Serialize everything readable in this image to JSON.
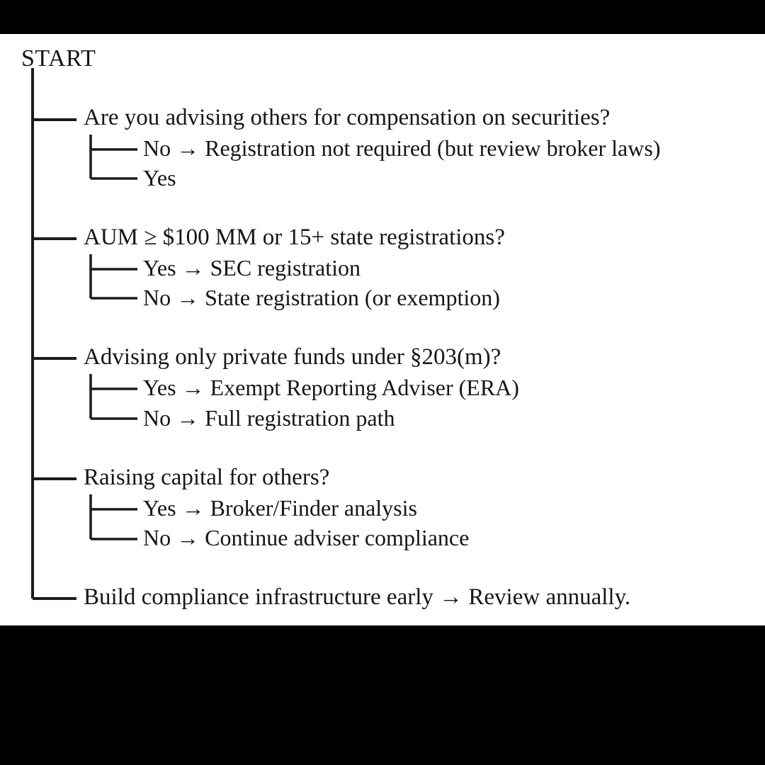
{
  "diagram": {
    "type": "decision-tree",
    "title": "START",
    "root_label": "START",
    "arrow_glyph": "→",
    "colors": {
      "background": "#ffffff",
      "letterbox": "#000000",
      "text": "#16161a",
      "line": "#1a1a1f"
    },
    "branches": [
      {
        "id": "branch-advising-others",
        "question": "Are you advising others for compensation on securities?",
        "children": [
          {
            "id": "child-advising-no",
            "answer": "No",
            "arrow": "→",
            "outcome": "Registration not required (but review broker laws)",
            "full": "No → Registration not required (but review broker laws)"
          },
          {
            "id": "child-advising-yes",
            "answer": "Yes",
            "arrow": "",
            "outcome": "",
            "full": "Yes"
          }
        ]
      },
      {
        "id": "branch-aum-threshold",
        "question": "AUM ≥ $100 MM or 15+ state registrations?",
        "children": [
          {
            "id": "child-aum-yes",
            "answer": "Yes",
            "arrow": "→",
            "outcome": "SEC registration",
            "full": "Yes → SEC registration"
          },
          {
            "id": "child-aum-no",
            "answer": "No",
            "arrow": "→",
            "outcome": "State registration (or exemption)",
            "full": "No → State registration (or exemption)"
          }
        ]
      },
      {
        "id": "branch-private-funds",
        "question": "Advising only private funds under §203(m)?",
        "children": [
          {
            "id": "child-private-yes",
            "answer": "Yes",
            "arrow": "→",
            "outcome": "Exempt Reporting Adviser (ERA)",
            "full": "Yes → Exempt Reporting Adviser (ERA)"
          },
          {
            "id": "child-private-no",
            "answer": "No",
            "arrow": "→",
            "outcome": "Full registration path",
            "full": "No → Full registration path"
          }
        ]
      },
      {
        "id": "branch-raising-capital",
        "question": "Raising capital for others?",
        "children": [
          {
            "id": "child-capital-yes",
            "answer": "Yes",
            "arrow": "→",
            "outcome": "Broker/Finder analysis",
            "full": "Yes → Broker/Finder analysis"
          },
          {
            "id": "child-capital-no",
            "answer": "No",
            "arrow": "→",
            "outcome": "Continue adviser compliance",
            "full": "No → Continue adviser compliance"
          }
        ]
      }
    ],
    "final_step": {
      "id": "final-build-compliance",
      "full": "Build compliance infrastructure early → Review annually."
    }
  }
}
